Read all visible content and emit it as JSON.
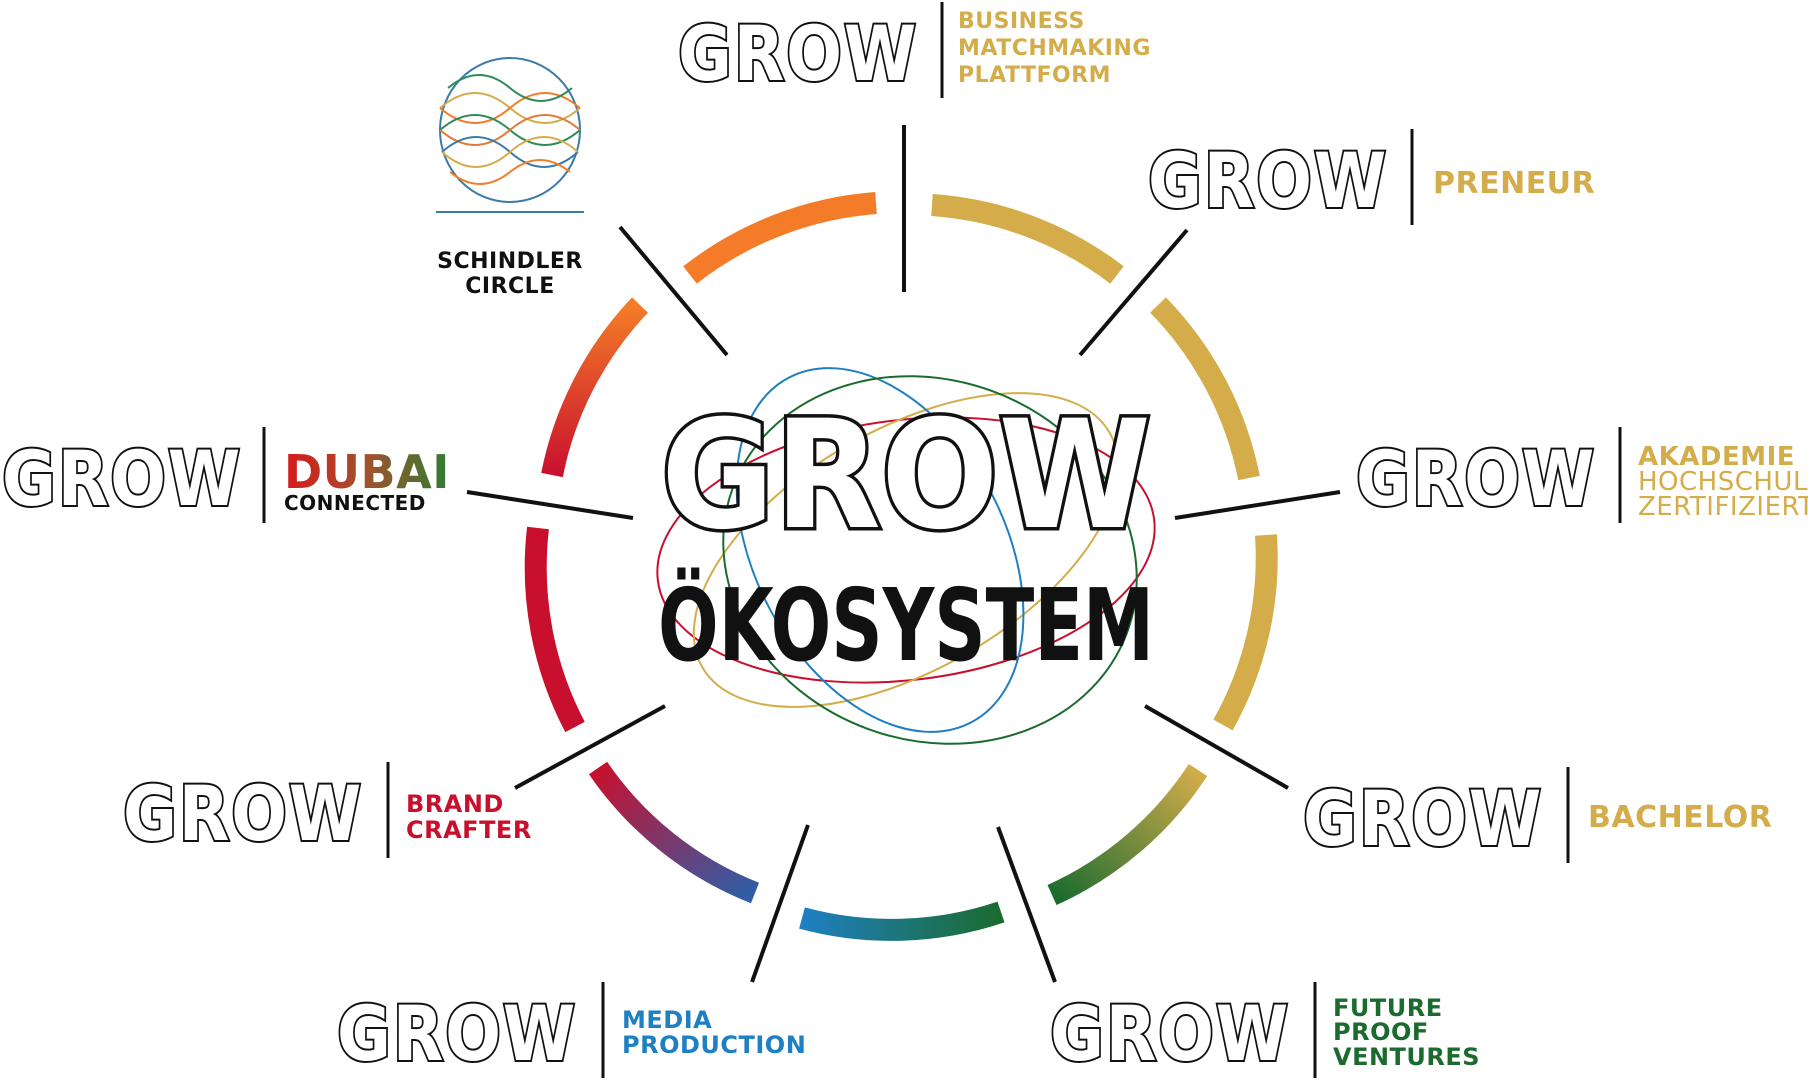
{
  "center": {
    "title": "GROW",
    "subtitle": "ÖKOSYSTEM"
  },
  "colors": {
    "gold": "#d4ad4a",
    "orange": "#f47c28",
    "red": "#c8102e",
    "blue": "#1e7fc2",
    "green": "#1b6b2f",
    "text": "#111111"
  },
  "schindler": {
    "line1": "SCHINDLER",
    "line2": "CIRCLE"
  },
  "nodes": [
    {
      "id": "business",
      "brand": "GROW",
      "lines": [
        "BUSINESS",
        "MATCHMAKING",
        "PLATTFORM"
      ],
      "color": "#d4ad4a"
    },
    {
      "id": "preneur",
      "brand": "GROW",
      "lines": [
        "PRENEUR"
      ],
      "color": "#d4ad4a"
    },
    {
      "id": "akademie",
      "brand": "GROW",
      "lines": [
        "AKADEMIE",
        "HOCHSCHUL",
        "ZERTIFIZIERT"
      ],
      "color": "#d4ad4a"
    },
    {
      "id": "bachelor",
      "brand": "GROW",
      "lines": [
        "BACHELOR"
      ],
      "color": "#d4ad4a"
    },
    {
      "id": "future",
      "brand": "GROW",
      "lines": [
        "FUTURE",
        "PROOF",
        "VENTURES"
      ],
      "color": "#1b6b2f"
    },
    {
      "id": "media",
      "brand": "GROW",
      "lines": [
        "MEDIA",
        "PRODUCTION"
      ],
      "color": "#1e7fc2"
    },
    {
      "id": "brand",
      "brand": "GROW",
      "lines": [
        "BRAND",
        "CRAFTER"
      ],
      "color": "#c8102e"
    },
    {
      "id": "dubai",
      "brand": "GROW",
      "lines": [
        "DUBAI",
        "CONNECTED"
      ],
      "color": "#c8102e"
    }
  ]
}
